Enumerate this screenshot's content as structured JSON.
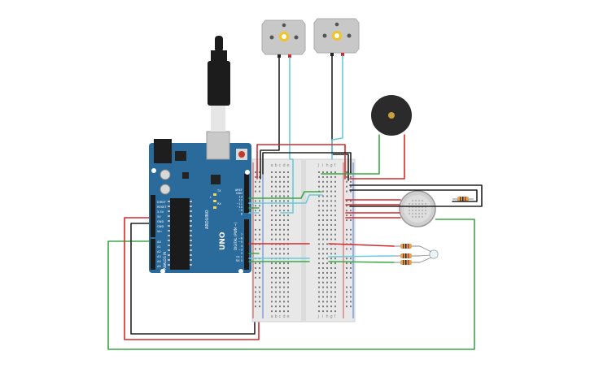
{
  "arduino": {
    "model": "UNO",
    "brand": "ARDUINO",
    "power_labels": [
      "IOREF",
      "RESET",
      "3.3V",
      "5V",
      "GND",
      "GND",
      "Vin"
    ],
    "analog_labels": [
      "A0",
      "A1",
      "A2",
      "A3",
      "A4",
      "A5"
    ],
    "analog_in_label": "ANALOG IN",
    "top_header_labels": [
      "AREF",
      "GND",
      "13",
      "12",
      "~11",
      "~10",
      "~9",
      "8"
    ],
    "bottom_header_labels": [
      "7",
      "~6",
      "~5",
      "4",
      "~3",
      "2",
      "TX 1",
      "RX 0"
    ],
    "digital_label": "DIGITAL (PWM ~)",
    "tx_label": "TX",
    "rx_label": "RX",
    "l_label": "L"
  },
  "breadboard": {
    "col_letters_left": [
      "a",
      "b",
      "c",
      "d",
      "e"
    ],
    "col_letters_right": [
      "f",
      "g",
      "h",
      "i",
      "j"
    ],
    "row_count": 30
  },
  "colors": {
    "board_blue": "#2a6b9c",
    "wire_red": "#d42a2a",
    "wire_black": "#222222",
    "wire_green": "#3aa845",
    "wire_cyan": "#6ccadb",
    "breadboard": "#e8e8e8",
    "buzzer": "#2b2b2b",
    "motor": "#c8c8c8"
  }
}
